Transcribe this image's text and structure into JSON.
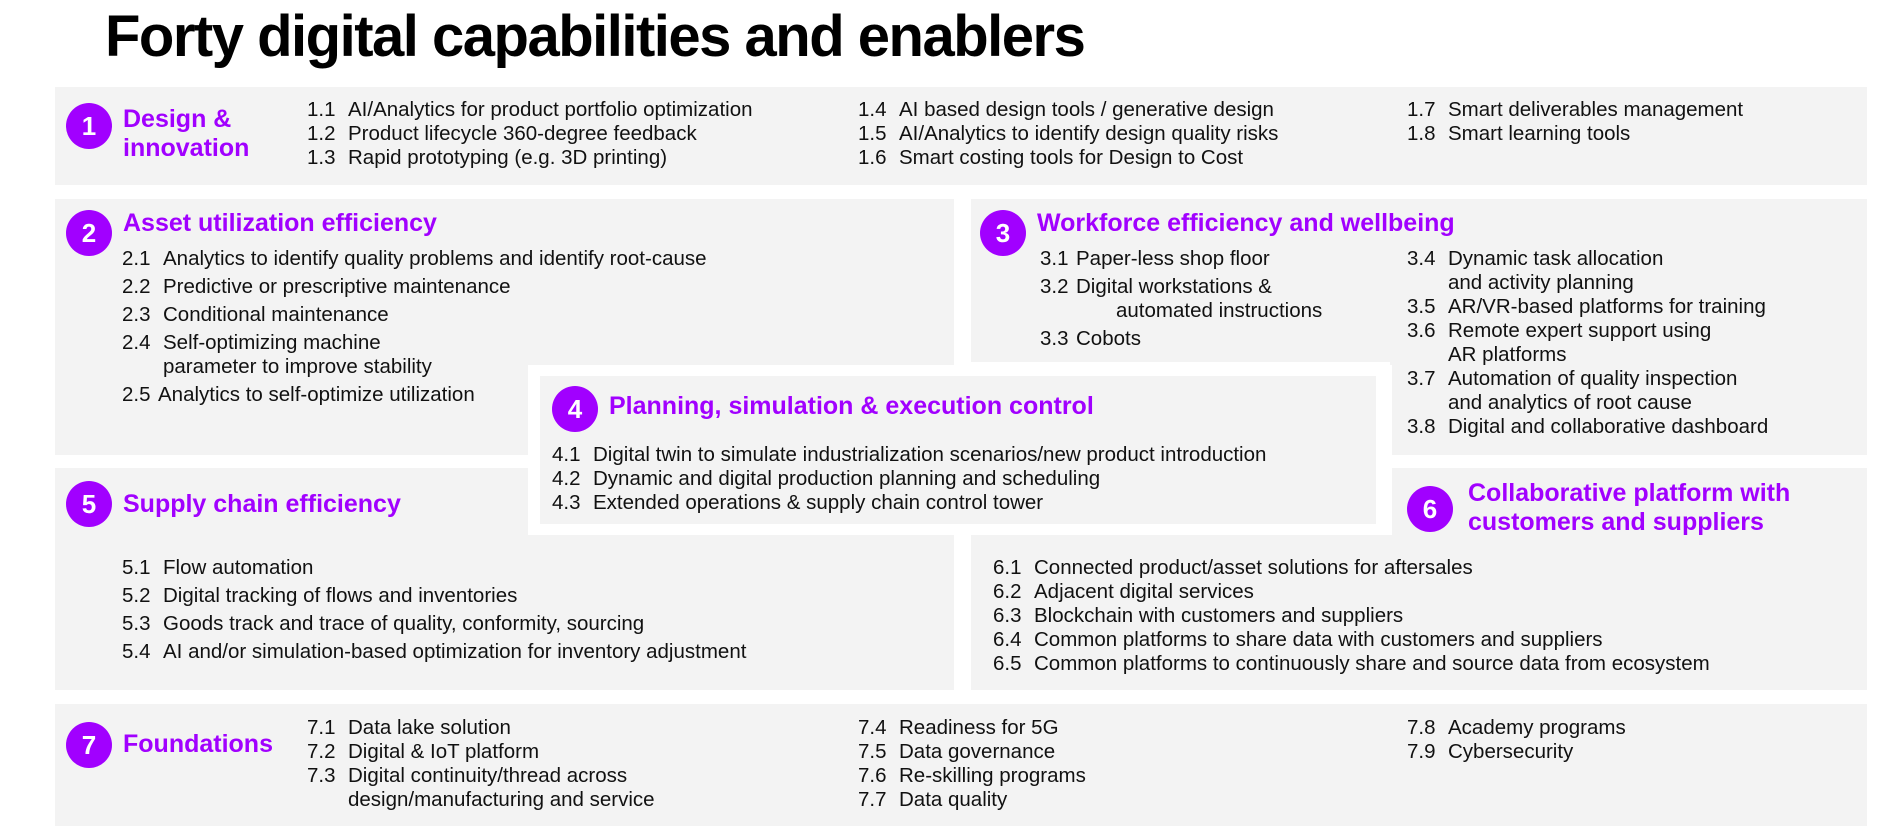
{
  "title": "Forty digital capabilities and enablers",
  "colors": {
    "accent": "#a100ff",
    "panel": "#f3f3f3",
    "text": "#111111"
  },
  "sections": {
    "s1": {
      "num": "1",
      "title_line1": "Design &",
      "title_line2": "innovation",
      "items": [
        {
          "n": "1.1",
          "t": "AI/Analytics for product portfolio optimization"
        },
        {
          "n": "1.2",
          "t": "Product lifecycle 360-degree feedback"
        },
        {
          "n": "1.3",
          "t": "Rapid prototyping (e.g. 3D printing)"
        },
        {
          "n": "1.4",
          "t": "AI based design tools / generative design"
        },
        {
          "n": "1.5",
          "t": "AI/Analytics to identify design quality risks"
        },
        {
          "n": "1.6",
          "t": "Smart costing tools for Design to Cost"
        },
        {
          "n": "1.7",
          "t": "Smart deliverables management"
        },
        {
          "n": "1.8",
          "t": "Smart learning tools"
        }
      ]
    },
    "s2": {
      "num": "2",
      "title": "Asset utilization efficiency",
      "items": [
        {
          "n": "2.1",
          "t": "Analytics to identify quality problems and identify root-cause"
        },
        {
          "n": "2.2",
          "t": "Predictive or prescriptive maintenance"
        },
        {
          "n": "2.3",
          "t": "Conditional maintenance"
        },
        {
          "n": "2.4",
          "t": "Self-optimizing machine",
          "t2": "parameter to improve stability"
        },
        {
          "n": "2.5",
          "t": "Analytics to self-optimize utilization"
        }
      ]
    },
    "s3": {
      "num": "3",
      "title": "Workforce efficiency and wellbeing",
      "items": [
        {
          "n": "3.1",
          "t": "Paper-less shop floor"
        },
        {
          "n": "3.2",
          "t": "Digital workstations &",
          "t2": "automated instructions"
        },
        {
          "n": "3.3",
          "t": "Cobots"
        },
        {
          "n": "3.4",
          "t": "Dynamic task allocation",
          "t2": "and activity planning"
        },
        {
          "n": "3.5",
          "t": "AR/VR-based platforms for training"
        },
        {
          "n": "3.6",
          "t": "Remote expert support using",
          "t2": "AR platforms"
        },
        {
          "n": "3.7",
          "t": "Automation of quality inspection",
          "t2": "and analytics of root cause"
        },
        {
          "n": "3.8",
          "t": "Digital and collaborative dashboard"
        }
      ]
    },
    "s4": {
      "num": "4",
      "title": "Planning, simulation & execution control",
      "items": [
        {
          "n": "4.1",
          "t": "Digital twin to simulate industrialization scenarios/new product introduction"
        },
        {
          "n": "4.2",
          "t": "Dynamic and digital production planning and scheduling"
        },
        {
          "n": "4.3",
          "t": "Extended operations & supply chain control tower"
        }
      ]
    },
    "s5": {
      "num": "5",
      "title": "Supply chain efficiency",
      "items": [
        {
          "n": "5.1",
          "t": "Flow automation"
        },
        {
          "n": "5.2",
          "t": "Digital tracking of flows and inventories"
        },
        {
          "n": "5.3",
          "t": "Goods track and trace of quality, conformity, sourcing"
        },
        {
          "n": "5.4",
          "t": "AI and/or simulation-based optimization for inventory adjustment"
        }
      ]
    },
    "s6": {
      "num": "6",
      "title_line1": "Collaborative platform with",
      "title_line2": "customers and suppliers",
      "items": [
        {
          "n": "6.1",
          "t": "Connected product/asset solutions for aftersales"
        },
        {
          "n": "6.2",
          "t": "Adjacent digital services"
        },
        {
          "n": "6.3",
          "t": "Blockchain with customers and suppliers"
        },
        {
          "n": "6.4",
          "t": "Common platforms to share data with customers and suppliers"
        },
        {
          "n": "6.5",
          "t": "Common platforms to continuously share and source data from ecosystem"
        }
      ]
    },
    "s7": {
      "num": "7",
      "title": "Foundations",
      "items": [
        {
          "n": "7.1",
          "t": "Data lake solution"
        },
        {
          "n": "7.2",
          "t": "Digital & IoT platform"
        },
        {
          "n": "7.3",
          "t": "Digital continuity/thread across",
          "t2": "design/manufacturing and service"
        },
        {
          "n": "7.4",
          "t": "Readiness for 5G"
        },
        {
          "n": "7.5",
          "t": "Data governance"
        },
        {
          "n": "7.6",
          "t": "Re-skilling programs"
        },
        {
          "n": "7.7",
          "t": "Data quality"
        },
        {
          "n": "7.8",
          "t": "Academy programs"
        },
        {
          "n": "7.9",
          "t": "Cybersecurity"
        }
      ]
    }
  }
}
